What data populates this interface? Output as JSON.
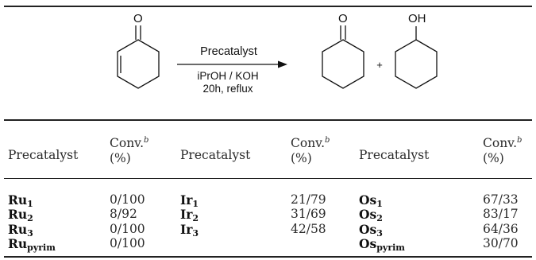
{
  "scheme": {
    "reagent_above": "Precatalyst",
    "reagent_below_1": "iPrOH / KOH",
    "reagent_below_2": "20h, reflux",
    "plus": "+",
    "atom_o_reactant": "O",
    "atom_o_product1": "O",
    "atom_oh_product2": "OH"
  },
  "table": {
    "headers": [
      {
        "label": "Precatalyst"
      },
      {
        "label": "Conv.",
        "sup": "b",
        "unit": "(%)"
      },
      {
        "label": "Precatalyst"
      },
      {
        "label": "Conv.",
        "sup": "b",
        "unit": "(%)"
      },
      {
        "label": "Precatalyst"
      },
      {
        "label": "Conv.",
        "sup": "b",
        "unit": "(%)"
      }
    ],
    "columns": [
      {
        "rows": [
          {
            "el": "Ru",
            "sub": "1",
            "conv": "0/100"
          },
          {
            "el": "Ru",
            "sub": "2",
            "conv": "8/92"
          },
          {
            "el": "Ru",
            "sub": "3",
            "conv": "0/100"
          },
          {
            "el": "Ru",
            "sub": "pyrim",
            "conv": "0/100"
          }
        ]
      },
      {
        "rows": [
          {
            "el": "Ir",
            "sub": "1",
            "conv": "21/79"
          },
          {
            "el": "Ir",
            "sub": "2",
            "conv": "31/69"
          },
          {
            "el": "Ir",
            "sub": "3",
            "conv": "42/58"
          }
        ]
      },
      {
        "rows": [
          {
            "el": "Os",
            "sub": "1",
            "conv": "67/33"
          },
          {
            "el": "Os",
            "sub": "2",
            "conv": "83/17"
          },
          {
            "el": "Os",
            "sub": "3",
            "conv": "64/36"
          },
          {
            "el": "Os",
            "sub": "pyrim",
            "conv": "30/70"
          }
        ]
      }
    ]
  }
}
